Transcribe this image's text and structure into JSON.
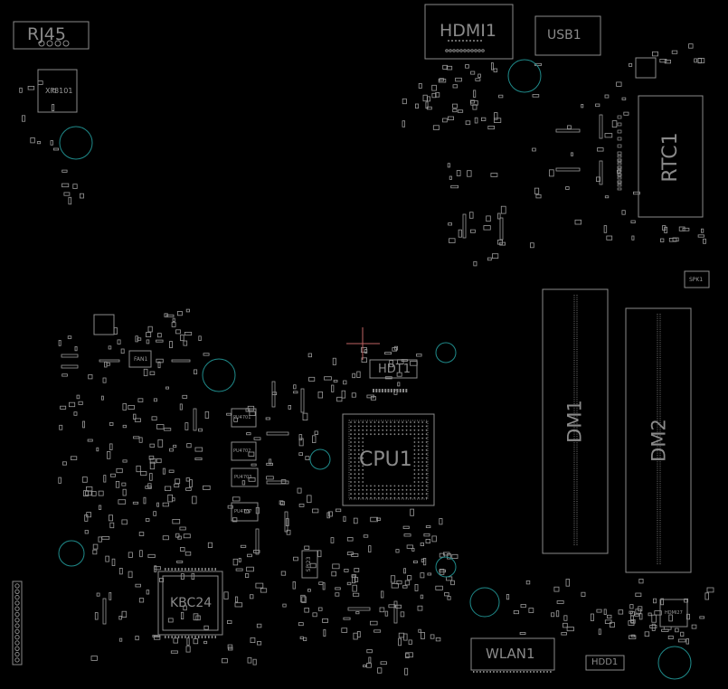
{
  "diagram": {
    "components": {
      "rj45": "RJ45",
      "hdmi": "HDMI1",
      "usb": "USB1",
      "rtc": "RTC1",
      "xf": "XF3101",
      "spk": "SPK1",
      "fan": "FAN1",
      "hdt": "HDT1",
      "cpu": "CPU1",
      "dm1": "DM1",
      "dm2": "DM2",
      "kbc": "KBC24",
      "wlan": "WLAN1",
      "hdd": "HDD1",
      "pu4701": "PU4701",
      "pu4702": "PU4702",
      "pu4703": "PU4703",
      "pu4707": "PU4707",
      "spi": "SPI23",
      "hdmi27": "HDMI27"
    },
    "colors": {
      "background": "#000000",
      "silkscreen": "#8a8a8a",
      "pad": "#9a9a9a",
      "mount_hole": "#1f8a8a",
      "cursor": "#c06464"
    }
  }
}
